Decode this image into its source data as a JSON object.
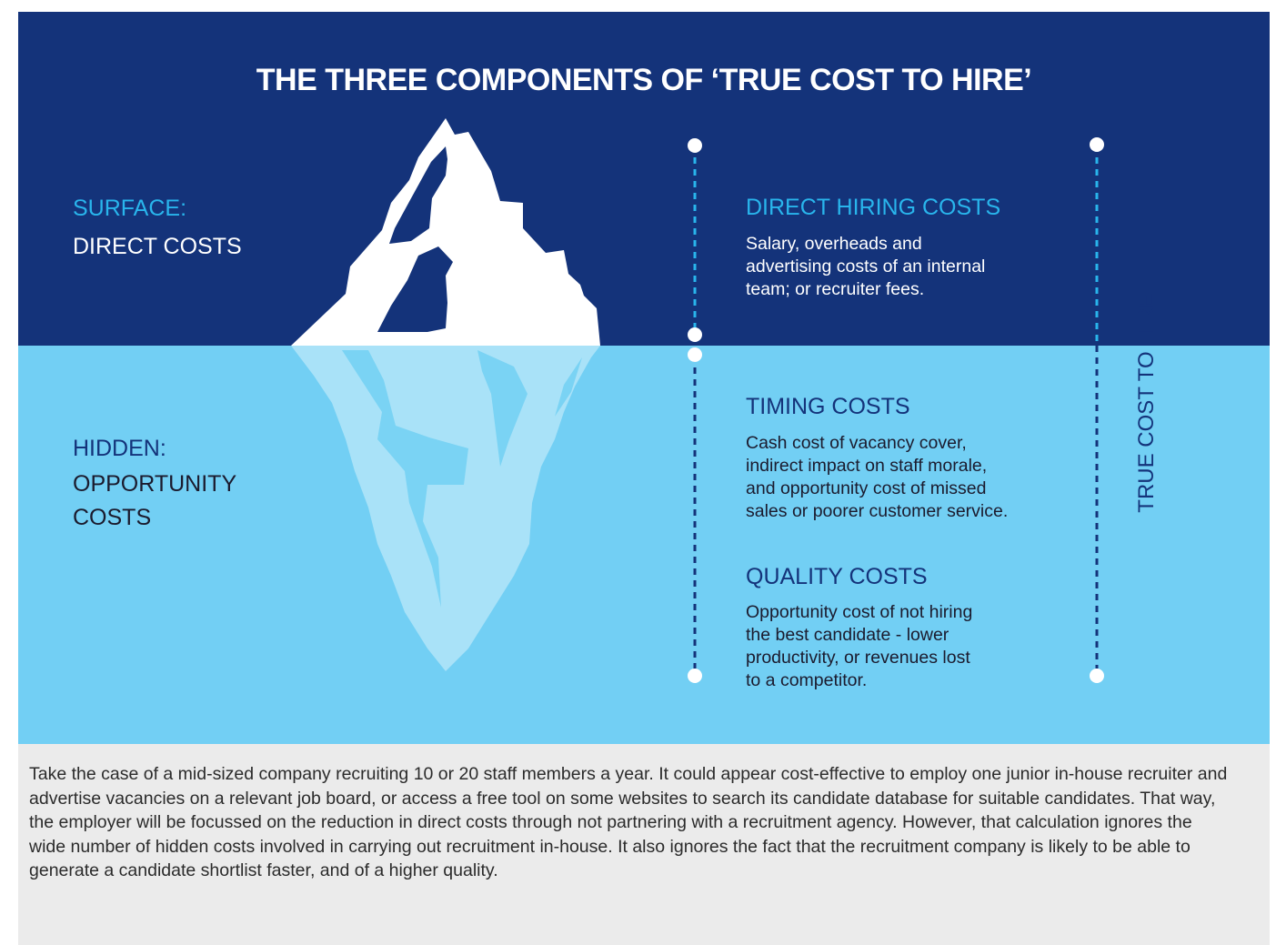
{
  "title": "THE THREE COMPONENTS OF ‘TRUE COST TO HIRE’",
  "surface": {
    "label": "SURFACE:",
    "value": "DIRECT COSTS"
  },
  "hidden": {
    "label": "HIDDEN:",
    "value_line1": "OPPORTUNITY",
    "value_line2": "COSTS"
  },
  "direct": {
    "heading": "DIRECT HIRING COSTS",
    "lines": [
      "Salary, overheads and",
      "advertising costs of an internal",
      "team; or recruiter fees."
    ]
  },
  "timing": {
    "heading": "TIMING COSTS",
    "lines": [
      "Cash cost of vacancy cover,",
      "indirect impact on staff morale,",
      "and opportunity cost of missed",
      "sales or poorer customer service."
    ]
  },
  "quality": {
    "heading": "QUALITY COSTS",
    "lines": [
      "Opportunity cost of not hiring",
      "the best candidate - lower",
      "productivity, or revenues lost",
      "to a competitor."
    ]
  },
  "true_cost_label": "TRUE COST TO HIRE",
  "footer_text": "Take the case of a mid-sized company recruiting 10 or 20 staff members a year. It could appear cost-effective to employ one junior in-house recruiter and advertise vacancies on a relevant job board, or access a free tool on some websites to search its candidate database for suitable candidates. That way, the employer will be focussed on the reduction in direct costs through not partnering with a recruitment agency. However, that calculation ignores the wide number of hidden costs involved in carrying out recruitment in-house. It also ignores the fact that the recruitment company is likely to be able to generate a candidate shortlist faster, and of a higher quality.",
  "colors": {
    "navy": "#14337a",
    "light_blue": "#72cff4",
    "accent_blue": "#29b5ec",
    "footer_gray": "#ebebeb",
    "iceberg_white": "#ffffff",
    "iceberg_underwater": "#a9e2f8"
  }
}
